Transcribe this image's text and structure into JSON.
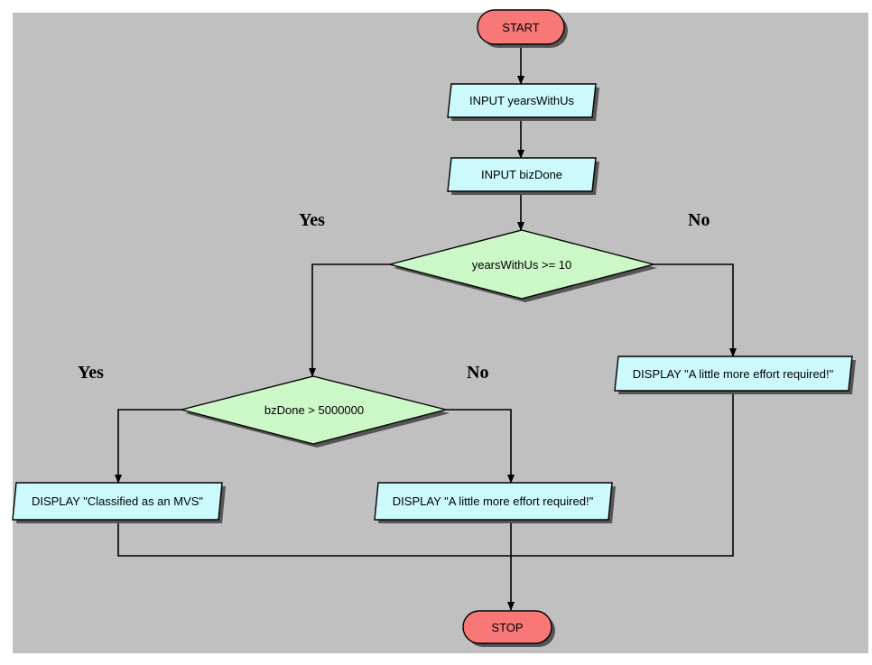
{
  "colors": {
    "canvas": "#c0c0c0",
    "terminal": "#f87878",
    "process": "#ccfafc",
    "decision": "#ccf8c8",
    "stroke": "#000000",
    "shadow": "#555555"
  },
  "nodes": {
    "start": {
      "label": "START"
    },
    "input_years": {
      "label": "INPUT yearsWithUs"
    },
    "input_biz": {
      "label": "INPUT bizDone"
    },
    "decision_years": {
      "label": "yearsWithUs >= 10"
    },
    "decision_biz": {
      "label": "bzDone > 5000000"
    },
    "display_effort_right": {
      "label": "DISPLAY \"A little more effort required!\""
    },
    "display_mvs": {
      "label": "DISPLAY \"Classified as an MVS\""
    },
    "display_effort_mid": {
      "label": "DISPLAY \"A little more effort required!\""
    },
    "stop": {
      "label": "STOP"
    }
  },
  "branch_labels": {
    "years_yes": "Yes",
    "years_no": "No",
    "biz_yes": "Yes",
    "biz_no": "No"
  }
}
